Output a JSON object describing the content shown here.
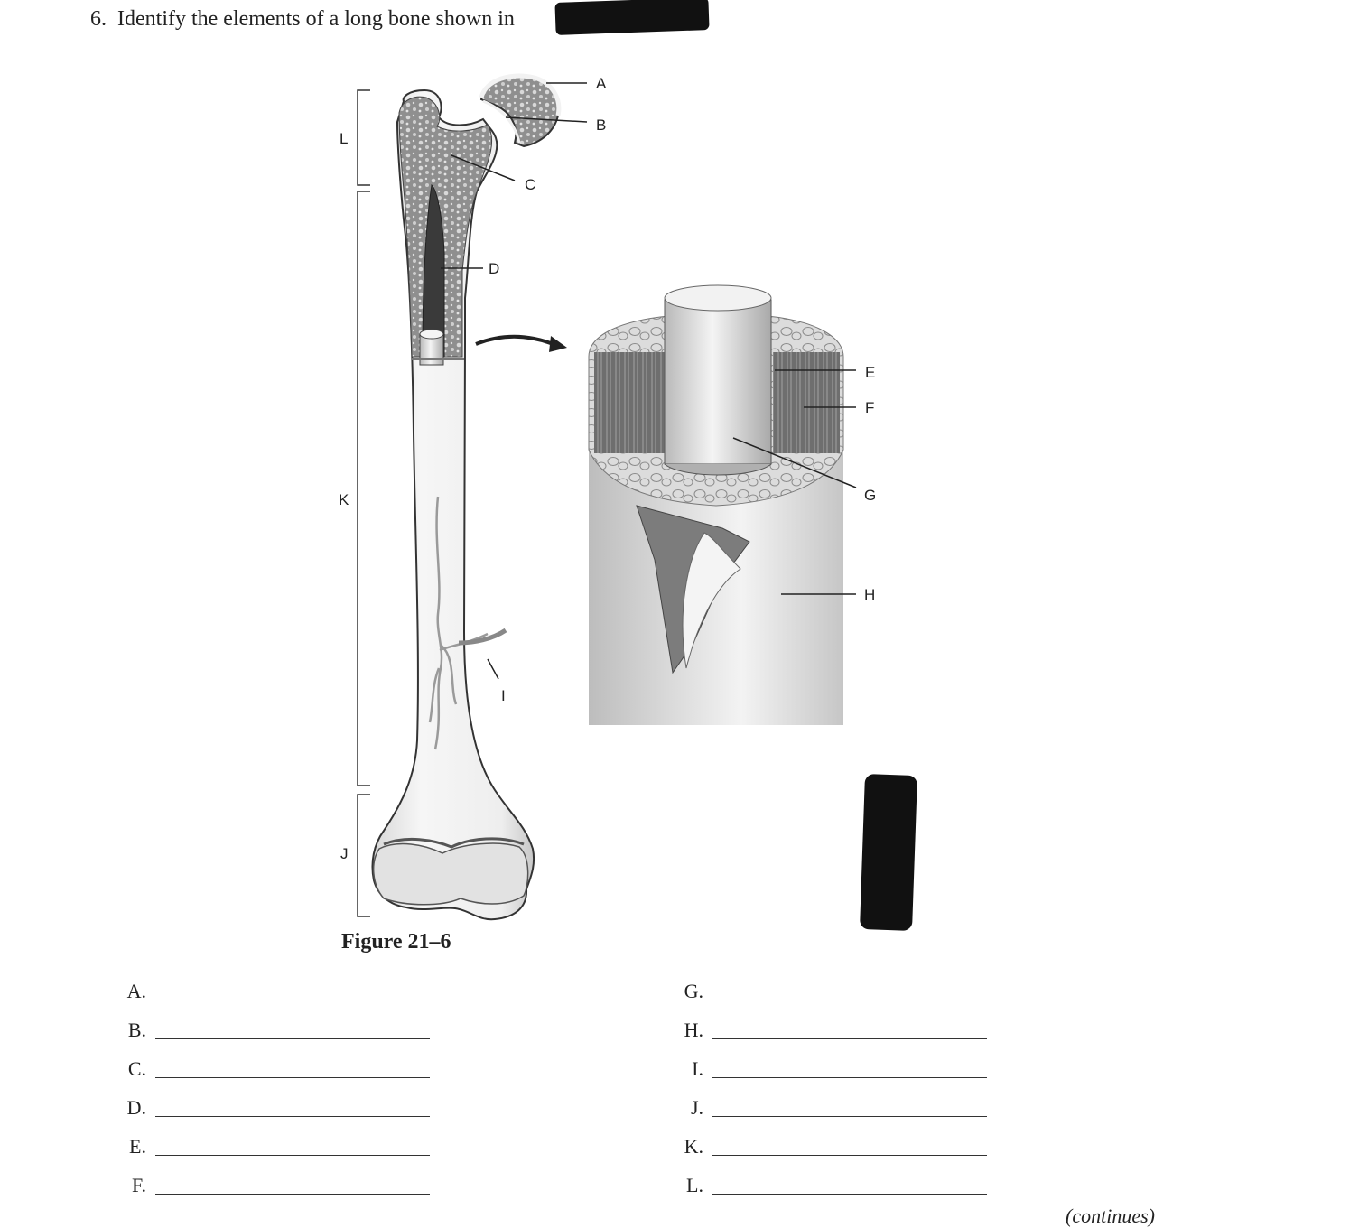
{
  "question": {
    "number": "6.",
    "text": "Identify the elements of a long bone shown in"
  },
  "figure": {
    "caption": "Figure 21–6",
    "labels": {
      "A": "A",
      "B": "B",
      "C": "C",
      "D": "D",
      "E": "E",
      "F": "F",
      "G": "G",
      "H": "H",
      "I": "I",
      "J": "J",
      "K": "K",
      "L": "L"
    }
  },
  "answers_left": [
    "A.",
    "B.",
    "C.",
    "D.",
    "E.",
    "F."
  ],
  "answers_right": [
    "G.",
    "H.",
    "I.",
    "J.",
    "K.",
    "L."
  ],
  "footer": {
    "continues": "(continues)"
  }
}
